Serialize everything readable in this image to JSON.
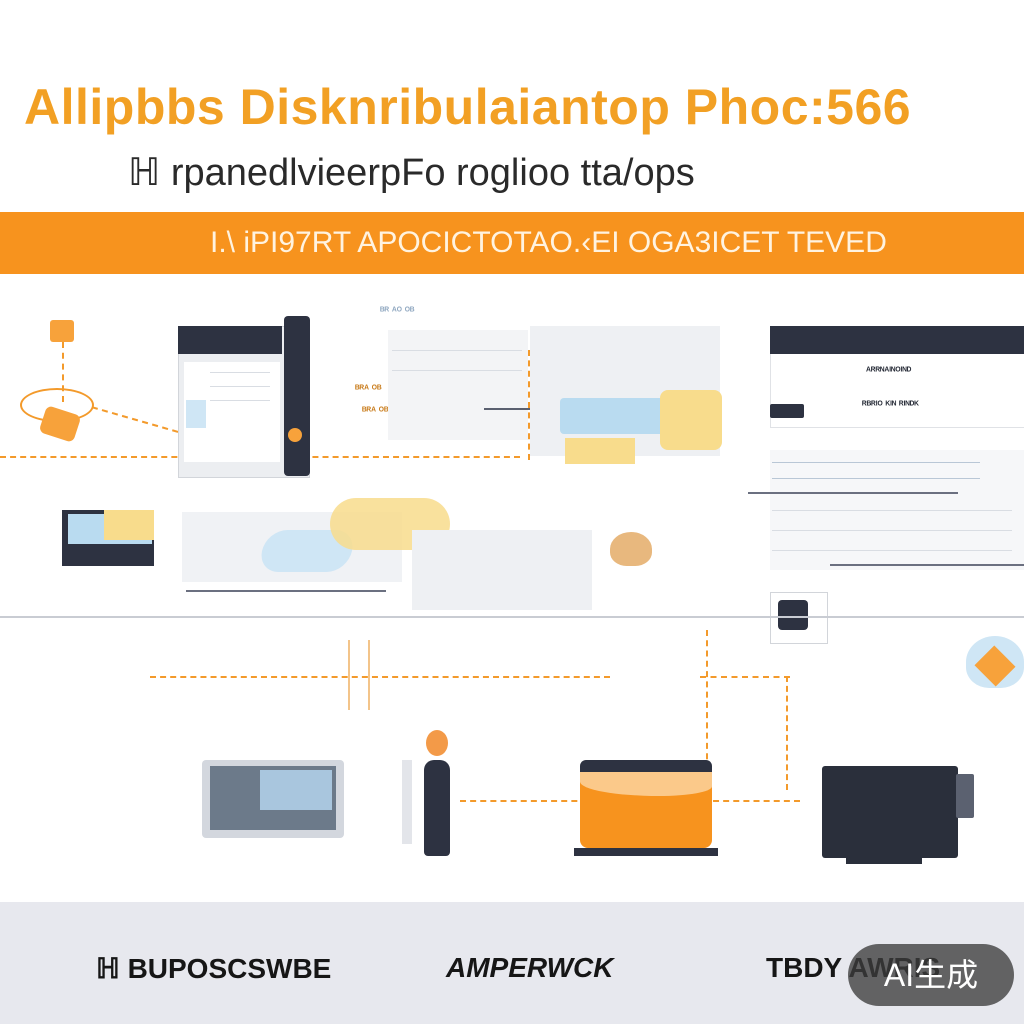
{
  "header": {
    "title": "Allipbbs Disknribulaiantop Phoc:566",
    "subtitle": "ℍ rpanedlvieerpFo roglioo tta/ops"
  },
  "banner": {
    "text": "I.\\ iPI97RT APOCICTOTAO.‹EI OGA3ICET TEVED"
  },
  "labels": {
    "top_mid_small": "ᴮᴿ ᴬᴼ ᴼᴮ",
    "right_panel_heading": "ᴬᴿᴿᴺᴬᴵᴺᴼᴵᴺᴰ",
    "right_panel_sub": "ᴿᴮᴿᴵᴼ ᴷᴵᴺ ᴿᴵᴺᴰᴷ",
    "mid_orange_a": "ᴮᴿᴬ ᴼᴮ",
    "mid_orange_b": "ᴮᴿᴬ ᴼᴮ"
  },
  "footer": {
    "logo_left": "ℍ BUPOSCSWBE",
    "logo_center": "AMPERWCK",
    "logo_right": "TBDY AWRIS"
  },
  "watermark": "AI生成",
  "colors": {
    "accent": "#f7931e",
    "title": "#f2a024",
    "dark": "#2d3241",
    "light_blue": "#b9dbf0",
    "light_yellow": "#f8dc8c",
    "footer_bg": "#e7e8ee"
  }
}
